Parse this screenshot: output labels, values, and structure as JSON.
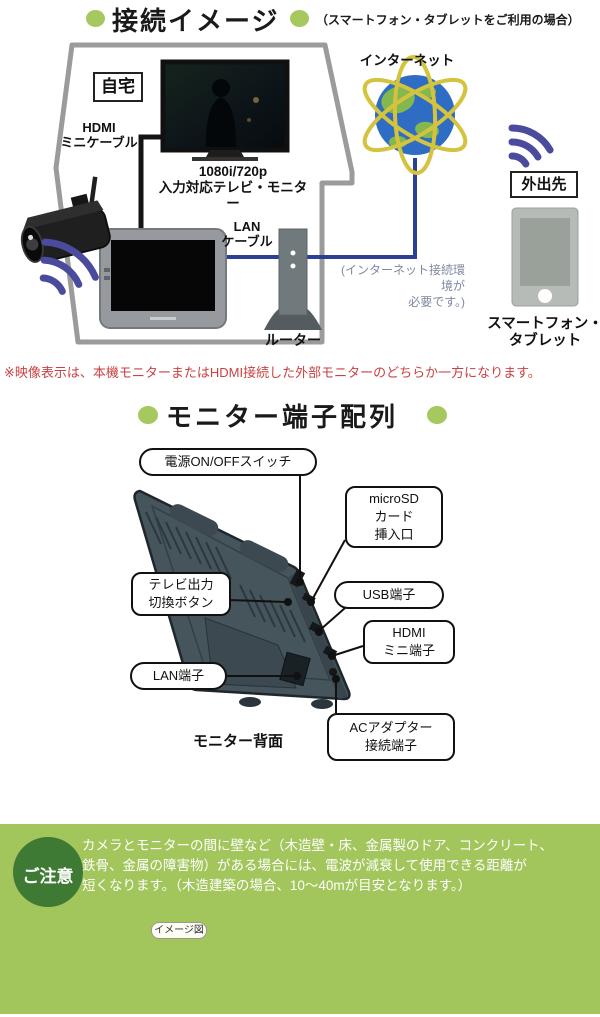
{
  "header_connection": {
    "title": "接続イメージ",
    "subtitle": "（スマートフォン・タブレットをご利用の場合）"
  },
  "connection": {
    "home_label": "自宅",
    "hdmi_cable_label": "HDMI\nミニケーブル",
    "tv_label": "1080i/720p\n入力対応テレビ・モニター",
    "lan_cable_label": "LAN\nケーブル",
    "router_label": "ルーター",
    "internet_label": "インターネット",
    "internet_note": "(インターネット接続環境が\n必要です。)",
    "away_label": "外出先",
    "smartphone_label": "スマートフォン・\nタブレット"
  },
  "display_note": "※映像表示は、本機モニターまたはHDMI接続した外部モニターのどちらか一方になります。",
  "header_ports": {
    "title": "モニター端子配列"
  },
  "ports": {
    "power": "電源ON/OFFスイッチ",
    "microsd": "microSD\nカード\n挿入口",
    "tv_out": "テレビ出力\n切換ボタン",
    "usb": "USB端子",
    "hdmi": "HDMI\nミニ端子",
    "lan": "LAN端子",
    "ac": "ACアダプター\n接続端子",
    "caption": "モニター背面"
  },
  "caution": {
    "badge": "ご注意",
    "text": "カメラとモニターの間に壁など（木造壁・床、金属製のドア、コンクリート、\n鉄骨、金属の障害物）がある場合には、電波が減衰して使用できる距離が\n短くなります。（木造建築の場合、10～40mが目安となります。）",
    "diagram_label": "イメージ図"
  },
  "colors": {
    "accent_green": "#a5c95e",
    "badge_green": "#3f7a35",
    "caution_bg": "#a2c65c",
    "note_red": "#c94141",
    "cable_blue": "#2b3f94",
    "wifi_purple": "#4b4b9e",
    "wave_orange": "#e8620d",
    "house_gray": "#9b9b9b"
  }
}
